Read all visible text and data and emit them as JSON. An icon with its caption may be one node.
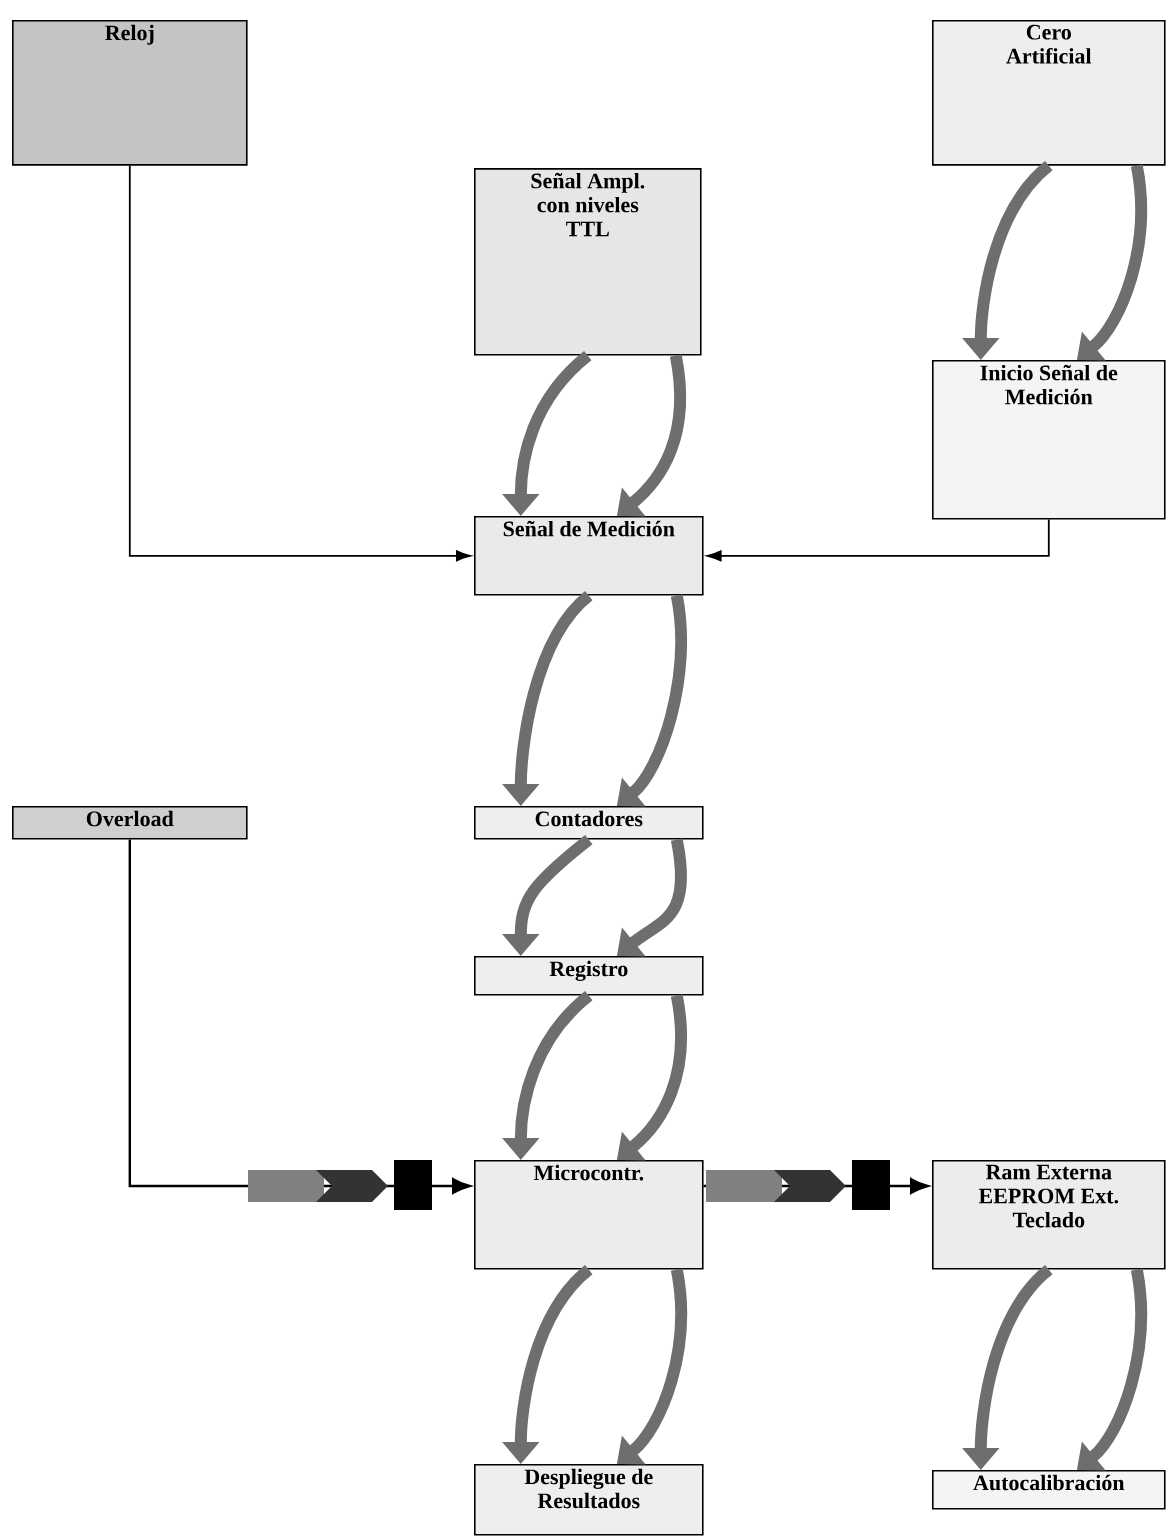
{
  "diagram": {
    "nodes": [
      {
        "text": [
          "Reloj"
        ]
      },
      {
        "text": [
          "Cero Artificial"
        ]
      },
      {
        "text": [
          "Señal Ampl. con niveles TTL"
        ]
      },
      {
        "text": [
          "Inicio Señal de Medición"
        ]
      },
      {
        "text": [
          "Señal de Medición"
        ]
      },
      {
        "text": [
          "Overload"
        ]
      },
      {
        "text": [
          "Contadores"
        ]
      },
      {
        "text": [
          "Registro"
        ]
      },
      {
        "text": [
          "Microcontr."
        ]
      },
      {
        "text": [
          "Ram Externa EEPROM Ext. Teclado"
        ]
      },
      {
        "text": [
          "Despliegue de Resultados"
        ]
      },
      {
        "text": [
          "Autocalibración"
        ]
      }
    ],
    "edges": [
      {
        "from": 1,
        "to": 3,
        "arrow": "to"
      },
      {
        "from": 1,
        "to": 3,
        "arrow": "to"
      },
      {
        "from": 2,
        "to": 4,
        "arrow": "to"
      },
      {
        "from": 2,
        "to": 4,
        "arrow": "to"
      },
      {
        "from": 0,
        "to": 4,
        "arrow": "to",
        "color": "#000000"
      },
      {
        "from": 3,
        "to": 4,
        "arrow": "to",
        "color": "#000000"
      },
      {
        "from": 4,
        "to": 6,
        "arrow": "to"
      },
      {
        "from": 4,
        "to": 6,
        "arrow": "to"
      },
      {
        "from": 6,
        "to": 7,
        "arrow": "to"
      },
      {
        "from": 6,
        "to": 7,
        "arrow": "to"
      },
      {
        "from": 7,
        "to": 8,
        "arrow": "to"
      },
      {
        "from": 7,
        "to": 8,
        "arrow": "to"
      },
      {
        "from": 5,
        "to": 8,
        "arrow": "to",
        "color": "#000000"
      },
      {
        "from": 8,
        "to": 9,
        "arrow": "to",
        "color": "#000000"
      },
      {
        "from": 8,
        "to": 10,
        "arrow": "to"
      },
      {
        "from": 8,
        "to": 10,
        "arrow": "to"
      },
      {
        "from": 9,
        "to": 11,
        "arrow": "to"
      },
      {
        "from": 9,
        "to": 11,
        "arrow": "to"
      }
    ]
  }
}
